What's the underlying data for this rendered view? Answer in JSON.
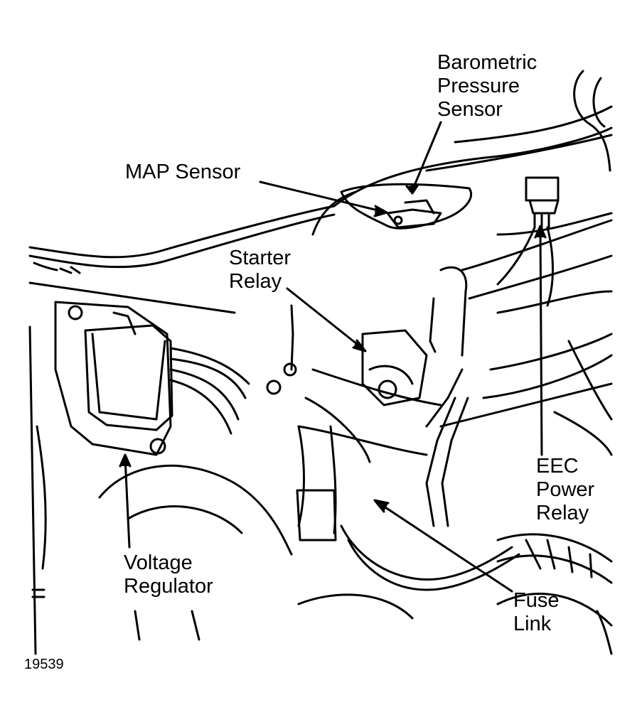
{
  "labels": {
    "barometric_pressure_sensor": "Barometric\nPressure\nSensor",
    "map_sensor": "MAP Sensor",
    "starter_relay": "Starter\nRelay",
    "eec_power_relay": "EEC\nPower\nRelay",
    "voltage_regulator": "Voltage\nRegulator",
    "fuse_link": "Fuse\nLink"
  },
  "figure_number": "19539",
  "colors": {
    "ink": "#000000",
    "paper": "#ffffff"
  }
}
